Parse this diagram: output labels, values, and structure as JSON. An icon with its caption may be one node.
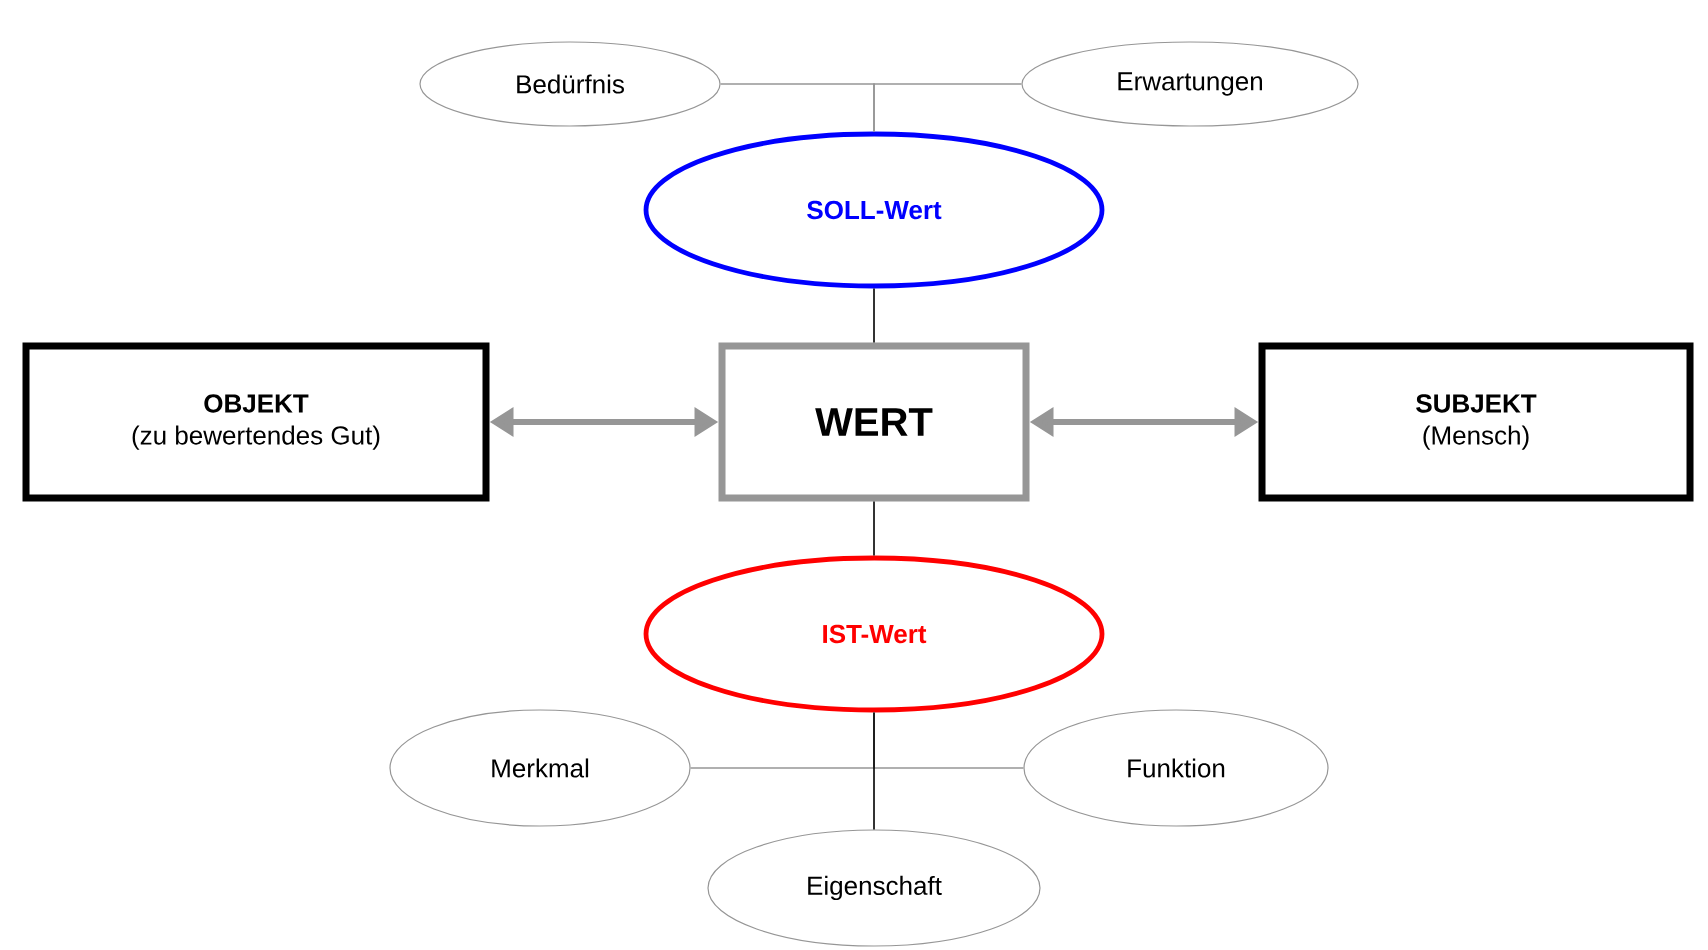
{
  "diagram": {
    "nodes": [
      {
        "text": [
          "Bedürfnis"
        ]
      },
      {
        "text": [
          "Erwartungen"
        ]
      },
      {
        "text": [
          "SOLL-Wert"
        ]
      },
      {
        "text": [
          "OBJEKT",
          "(zu bewertendes Gut)"
        ]
      },
      {
        "text": [
          "WERT"
        ]
      },
      {
        "text": [
          "SUBJEKT",
          "(Mensch)"
        ]
      },
      {
        "text": [
          "IST-Wert"
        ]
      },
      {
        "text": [
          "Merkmal"
        ]
      },
      {
        "text": [
          "Funktion"
        ]
      },
      {
        "text": [
          "Eigenschaft"
        ]
      }
    ],
    "edges": [
      {
        "from": 0,
        "to": 2,
        "arrow": "none"
      },
      {
        "from": 1,
        "to": 2,
        "arrow": "none"
      },
      {
        "from": 2,
        "to": 4,
        "arrow": "none",
        "color": "#000000"
      },
      {
        "from": 3,
        "to": 4,
        "arrow": "both",
        "style": "thick"
      },
      {
        "from": 4,
        "to": 5,
        "arrow": "both",
        "style": "thick"
      },
      {
        "from": 4,
        "to": 6,
        "arrow": "none",
        "color": "#000000"
      },
      {
        "from": 7,
        "to": 6,
        "arrow": "none"
      },
      {
        "from": 8,
        "to": 6,
        "arrow": "none"
      },
      {
        "from": 9,
        "to": 6,
        "arrow": "none",
        "color": "#000000"
      }
    ]
  }
}
